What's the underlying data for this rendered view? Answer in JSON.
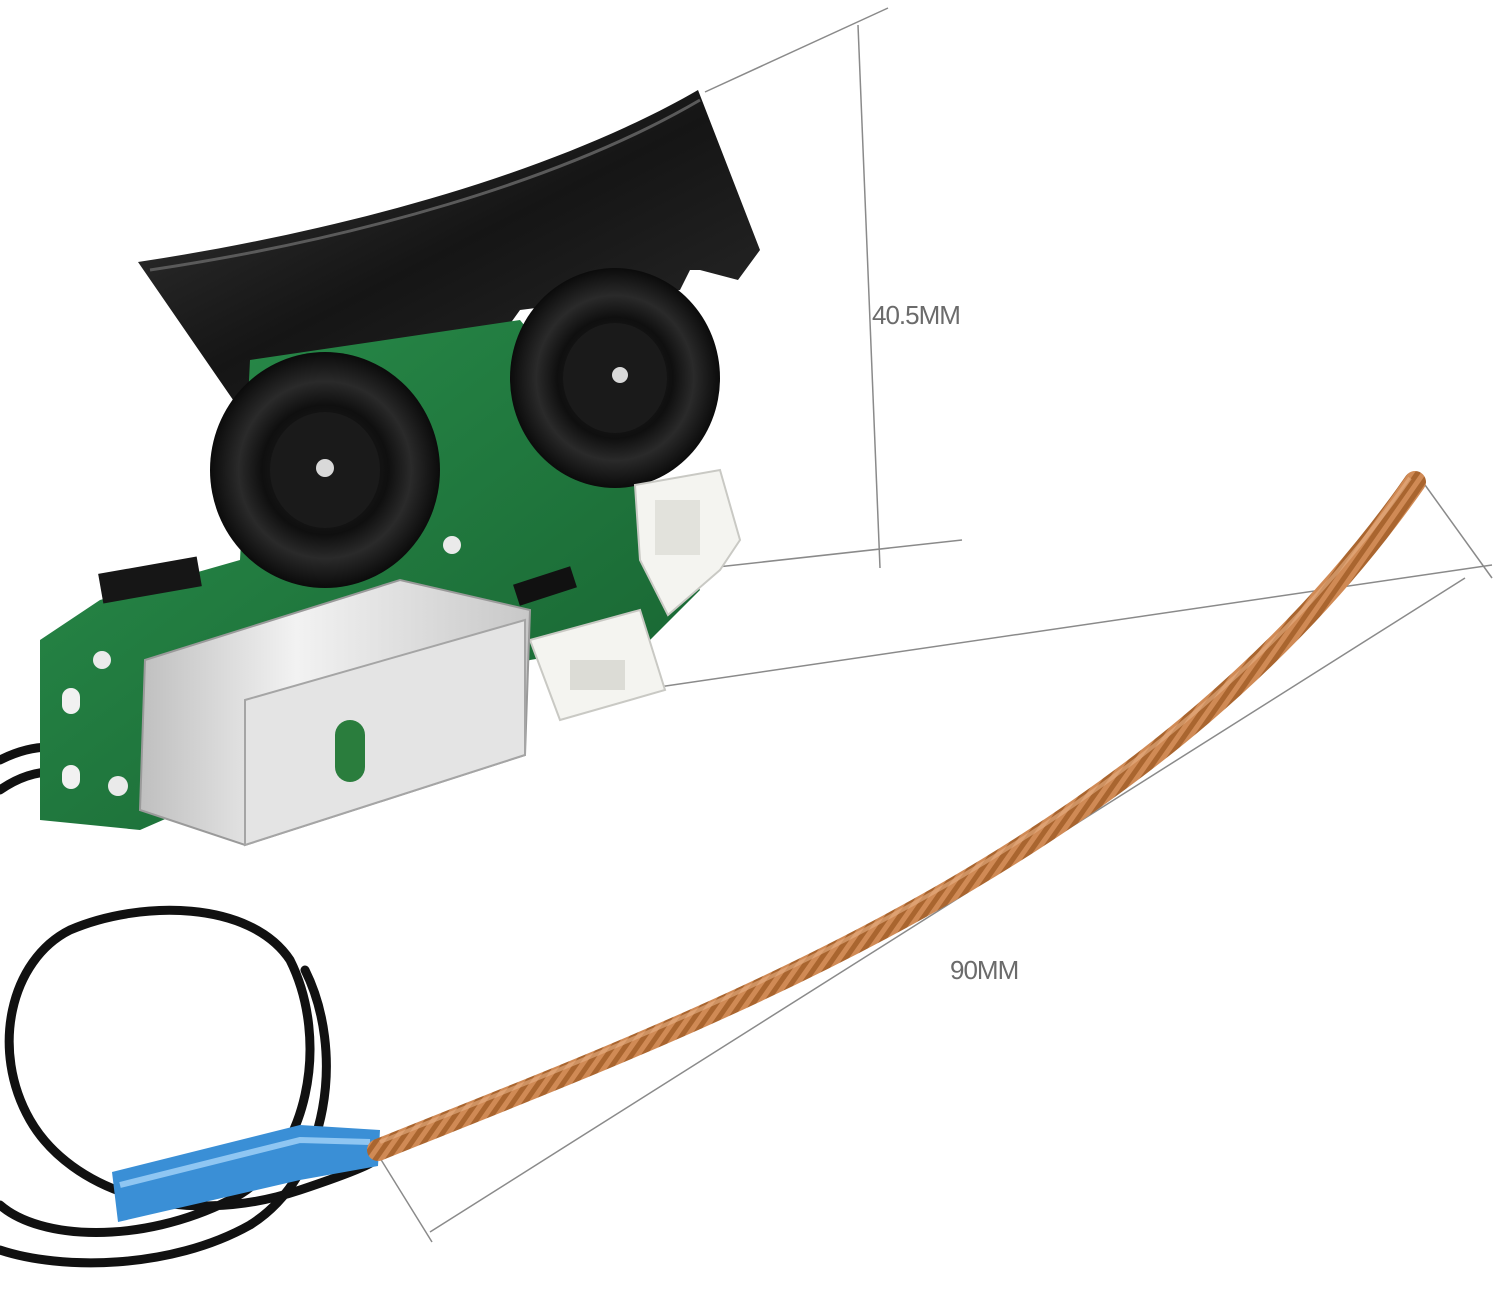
{
  "photo": {
    "subject": "sensor-module-with-wire",
    "colors": {
      "background": "#ffffff",
      "pcb": "#1f7a3e",
      "plastic": "#1a1a1a",
      "metal": "#d9d9d9",
      "connector": "#f4f4f0",
      "copper": "#c9804a",
      "sleeve": "#3a8fd6",
      "dimension_line": "#8a8a8a"
    }
  },
  "dimensions": {
    "height_label": "40.5MM",
    "length_label": "90MM"
  }
}
